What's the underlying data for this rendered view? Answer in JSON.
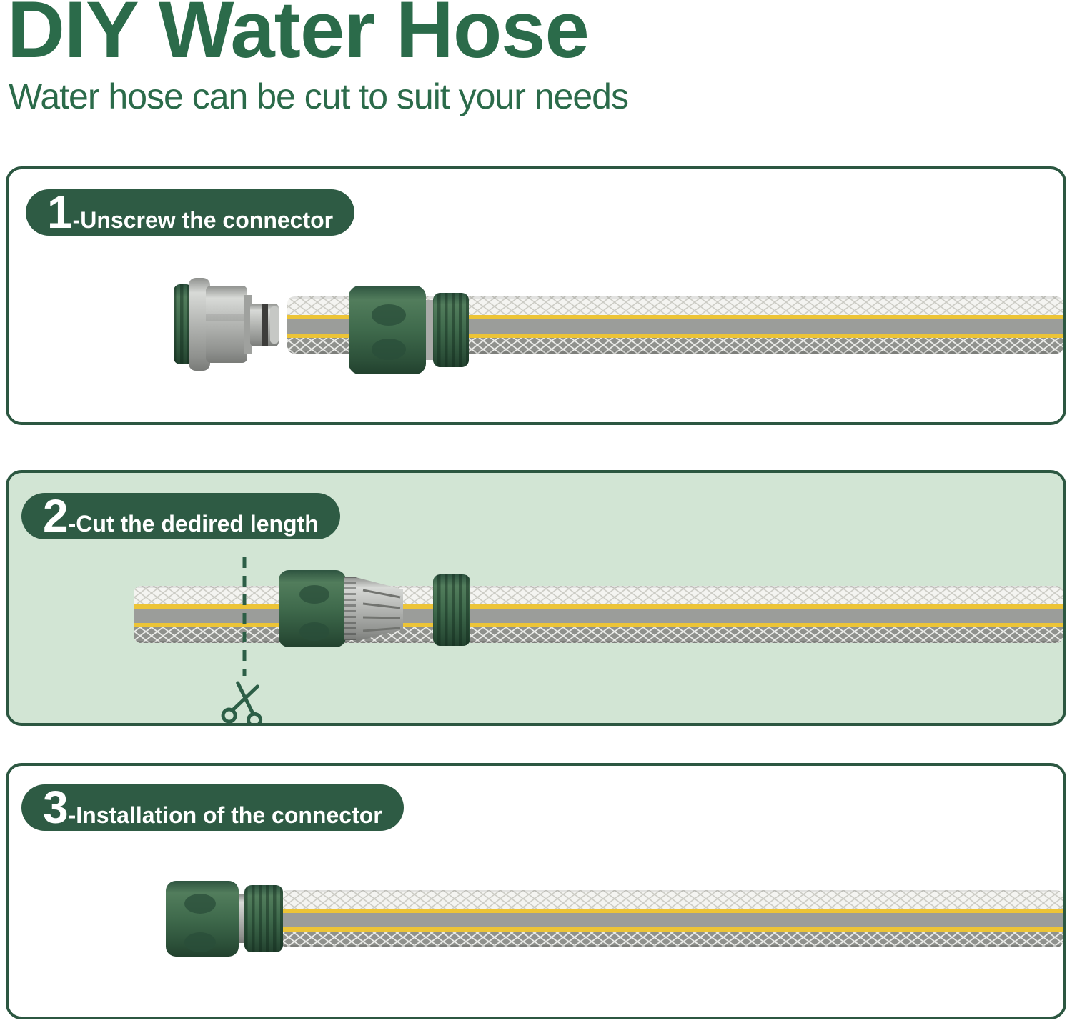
{
  "page": {
    "title": "DIY Water Hose",
    "subtitle": "Water hose can be cut to suit your needs"
  },
  "steps": [
    {
      "number": "1",
      "label": "-Unscrew the connector"
    },
    {
      "number": "2",
      "label": "-Cut the dedired length"
    },
    {
      "number": "3",
      "label": "-Installation of the connector"
    }
  ],
  "icons": {
    "scissors": "scissors-icon",
    "cut_line": "cut-dashed-line"
  },
  "colors": {
    "title-green": "#2b6b4a",
    "badge-green": "#2e5b44",
    "border-green": "#2c5741",
    "panel2-bg": "#d2e5d4",
    "hose-yellow": "#ecc437",
    "hose-gray": "#9b9d9a",
    "connector-green": "#3f6a4c",
    "connector-gray": "#b4b6b3",
    "cutline-green": "#2c5e46"
  }
}
